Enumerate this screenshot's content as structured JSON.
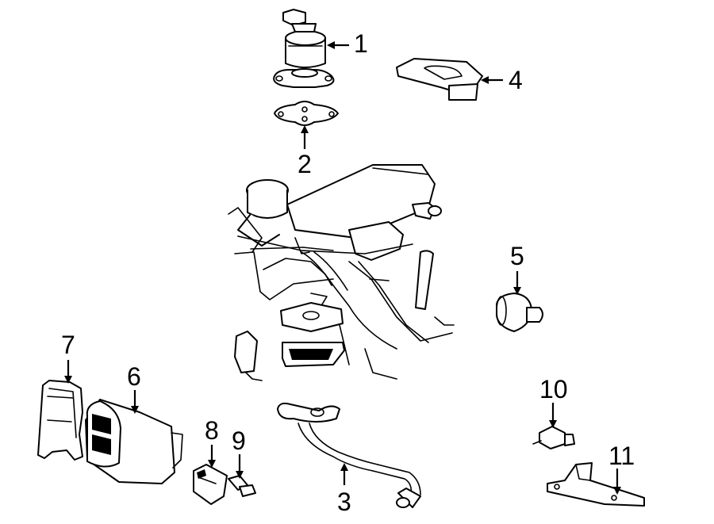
{
  "diagram": {
    "colors": {
      "line": "#000000",
      "background": "#ffffff"
    },
    "callouts": [
      {
        "id": "1",
        "label": "1"
      },
      {
        "id": "2",
        "label": "2"
      },
      {
        "id": "3",
        "label": "3"
      },
      {
        "id": "4",
        "label": "4"
      },
      {
        "id": "5",
        "label": "5"
      },
      {
        "id": "6",
        "label": "6"
      },
      {
        "id": "7",
        "label": "7"
      },
      {
        "id": "8",
        "label": "8"
      },
      {
        "id": "9",
        "label": "9"
      },
      {
        "id": "10",
        "label": "10"
      },
      {
        "id": "11",
        "label": "11"
      }
    ]
  }
}
